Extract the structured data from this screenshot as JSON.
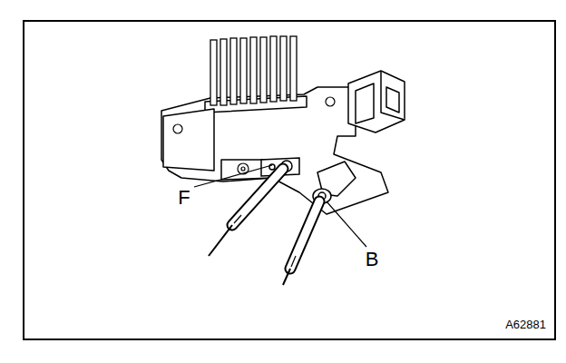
{
  "diagram": {
    "labels": [
      "F",
      "B",
      "A62881"
    ]
  }
}
